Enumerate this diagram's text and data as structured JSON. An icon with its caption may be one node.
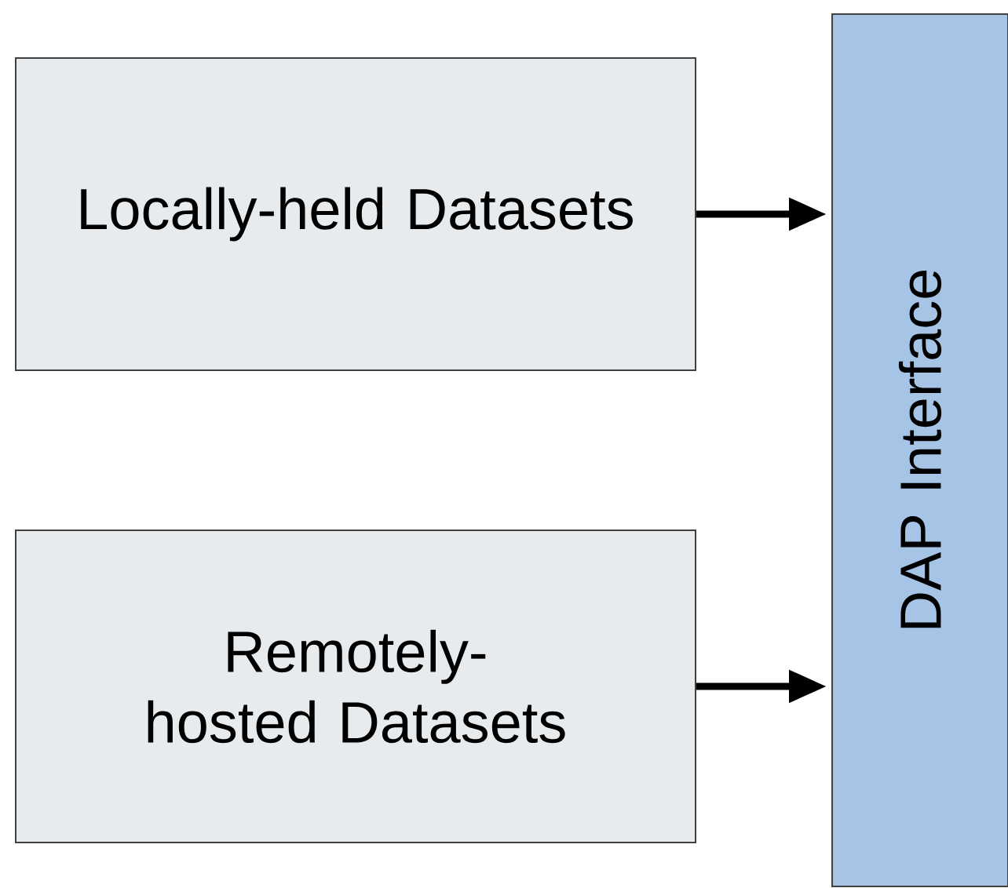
{
  "diagram": {
    "nodes": [
      {
        "text": [
          "Locally-held Datasets"
        ]
      },
      {
        "text": [
          "Remotely-hosted Datasets"
        ]
      },
      {
        "text": [
          "DAP Interface"
        ]
      }
    ],
    "edges": [
      {
        "from": 0,
        "to": 2,
        "arrow": "to"
      },
      {
        "from": 1,
        "to": 2,
        "arrow": "to"
      }
    ]
  }
}
